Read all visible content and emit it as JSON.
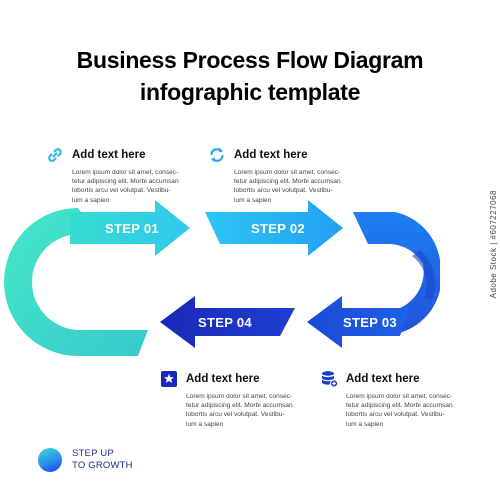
{
  "title": {
    "line1": "Business Process Flow Diagram",
    "line2": "infographic template"
  },
  "colors": {
    "teal": "#37e2c8",
    "light_blue": "#2fc3f3",
    "blue": "#1d6ef0",
    "dark_blue": "#1a33c8",
    "footer_text": "#1f2b8f"
  },
  "text_blocks": [
    {
      "id": "top-left",
      "icon": "link-icon",
      "heading": "Add text here",
      "body": [
        "Lorem ipsum dolor sit amet, consec-",
        "tetur adipiscing elit. Morbi accumsan",
        "lobortis arcu vel volutpat. Vestibu-",
        "lum a sapien"
      ]
    },
    {
      "id": "top-right",
      "icon": "refresh-icon",
      "heading": "Add text here",
      "body": [
        "Lorem ipsum dolor sit amet, consec-",
        "tetur adipiscing elit. Morbi accumsan",
        "lobortis arcu vel volutpat. Vestibu-",
        "lum a sapien"
      ]
    },
    {
      "id": "bottom-left",
      "icon": "star-icon",
      "heading": "Add text here",
      "body": [
        "Lorem ipsum dolor sit amet, consec-",
        "tetur adipiscing elit. Morbi accumsan",
        "lobortis arcu vel volutpat. Vestibu-",
        "lum a sapien"
      ]
    },
    {
      "id": "bottom-right",
      "icon": "database-icon",
      "heading": "Add text here",
      "body": [
        "Lorem ipsum dolor sit amet, consec-",
        "tetur adipiscing elit. Morbi accumsan",
        "lobortis arcu vel volutpat. Vestibu-",
        "lum a sapien"
      ]
    }
  ],
  "steps": [
    {
      "label": "STEP 01"
    },
    {
      "label": "STEP 02"
    },
    {
      "label": "STEP 03"
    },
    {
      "label": "STEP 04"
    }
  ],
  "footer": {
    "line1": "STEP UP",
    "line2": "TO GROWTH"
  },
  "watermark": "Adobe Stock | #607227068"
}
